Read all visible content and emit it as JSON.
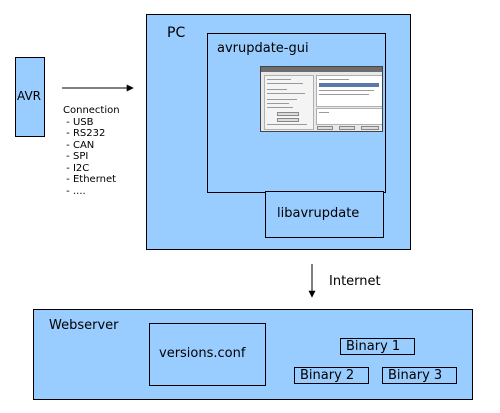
{
  "nodes": {
    "avr": "AVR",
    "pc": "PC",
    "gui": "avrupdate-gui",
    "lib": "libavrupdate",
    "webserver": "Webserver",
    "versions_conf": "versions.conf",
    "binary1": "Binary 1",
    "binary2": "Binary 2",
    "binary3": "Binary 3"
  },
  "connection": {
    "title": "Connection",
    "items": [
      " - USB",
      " - RS232",
      " - CAN",
      " - SPI",
      " - I2C",
      " - Ethernet",
      " - ...."
    ]
  },
  "edges": {
    "internet": "Internet"
  },
  "colors": {
    "box_fill": "#99ccff",
    "border": "#000000"
  }
}
